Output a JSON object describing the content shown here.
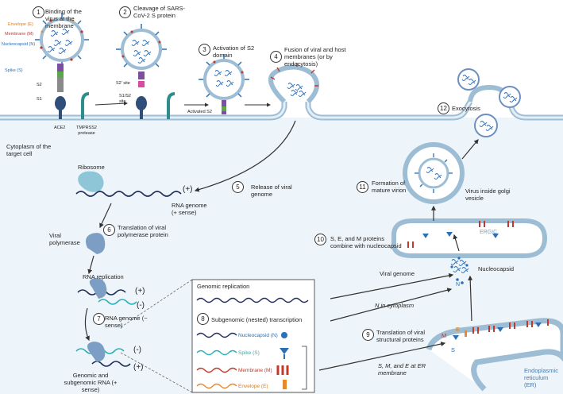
{
  "steps": [
    {
      "num": "1",
      "text": "Binding of the virus at the membrane"
    },
    {
      "num": "2",
      "text": "Cleavage of SARS-CoV-2 S protein"
    },
    {
      "num": "3",
      "text": "Activation of S2 domain"
    },
    {
      "num": "4",
      "text": "Fusion of viral and host membranes (or by endocytosis)"
    },
    {
      "num": "5",
      "text": "Release of viral genome"
    },
    {
      "num": "6",
      "text": "Translation of viral polymerase protein"
    },
    {
      "num": "7",
      "text": "RNA genome (− sense)"
    },
    {
      "num": "8",
      "text": "Subgenomic (nested) transcription"
    },
    {
      "num": "9",
      "text": "Translation of viral structural proteins"
    },
    {
      "num": "10",
      "text": "S, E, and M proteins combine with nucleocapsid"
    },
    {
      "num": "11",
      "text": "Formation of mature virion"
    },
    {
      "num": "12",
      "text": "Exocytosis"
    }
  ],
  "virus_labels": {
    "envelope": "Envelope (E)",
    "membrane": "Membrane (M)",
    "nucleocapsid": "Nucleocapsid (N)",
    "spike": "Spike (S)"
  },
  "receptor_labels": {
    "s2": "S2",
    "s1": "S1",
    "ace2": "ACE2",
    "tmprss2": "TMPRSS2 protease",
    "s2_prime": "S2' site",
    "s1_s2": "S1/S2 site",
    "activated_s2": "Activated S2"
  },
  "cell_labels": {
    "cytoplasm": "Cytoplasm of the target cell",
    "ribosome": "Ribosome",
    "rna_genome_plus": "RNA genome (+ sense)",
    "viral_polymerase": "Viral polymerase",
    "rna_replication": "RNA replication",
    "genomic_subgenomic": "Genomic and subgenomic RNA (+ sense)",
    "plus": "(+)",
    "minus": "(-)",
    "viral_genome": "Viral genome",
    "n_cytoplasm": "N in cytoplasm",
    "nucleocapsid": "Nucleocapsid",
    "n_letter": "N",
    "ergic": "ERGIC",
    "virus_golgi": "Virus inside golgi vesicle",
    "sme_er": "S, M, and E at ER membrane",
    "er": "Endoplasmic reticulum (ER)",
    "m_letter": "M",
    "e_letter": "E",
    "s_letter": "S"
  },
  "legend": {
    "genomic_replication": "Genomic replication",
    "nucleocapsid": "Nucleocapsid (N)",
    "spike": "Spike (S)",
    "membrane": "Membrane (M)",
    "envelope": "Envelope (E)"
  },
  "colors": {
    "spike": "#2c6fb5",
    "membrane": "#c0392b",
    "envelope": "#e8892a",
    "nucleocapsid": "#2a6fb8",
    "rna_dark": "#1f2d5c",
    "rna_teal": "#2ab0b8",
    "cell_fill": "#eef5fa",
    "cell_membrane": "#a8c6dc",
    "ribosome": "#8ec6d8",
    "polymerase": "#7d9ec4"
  }
}
